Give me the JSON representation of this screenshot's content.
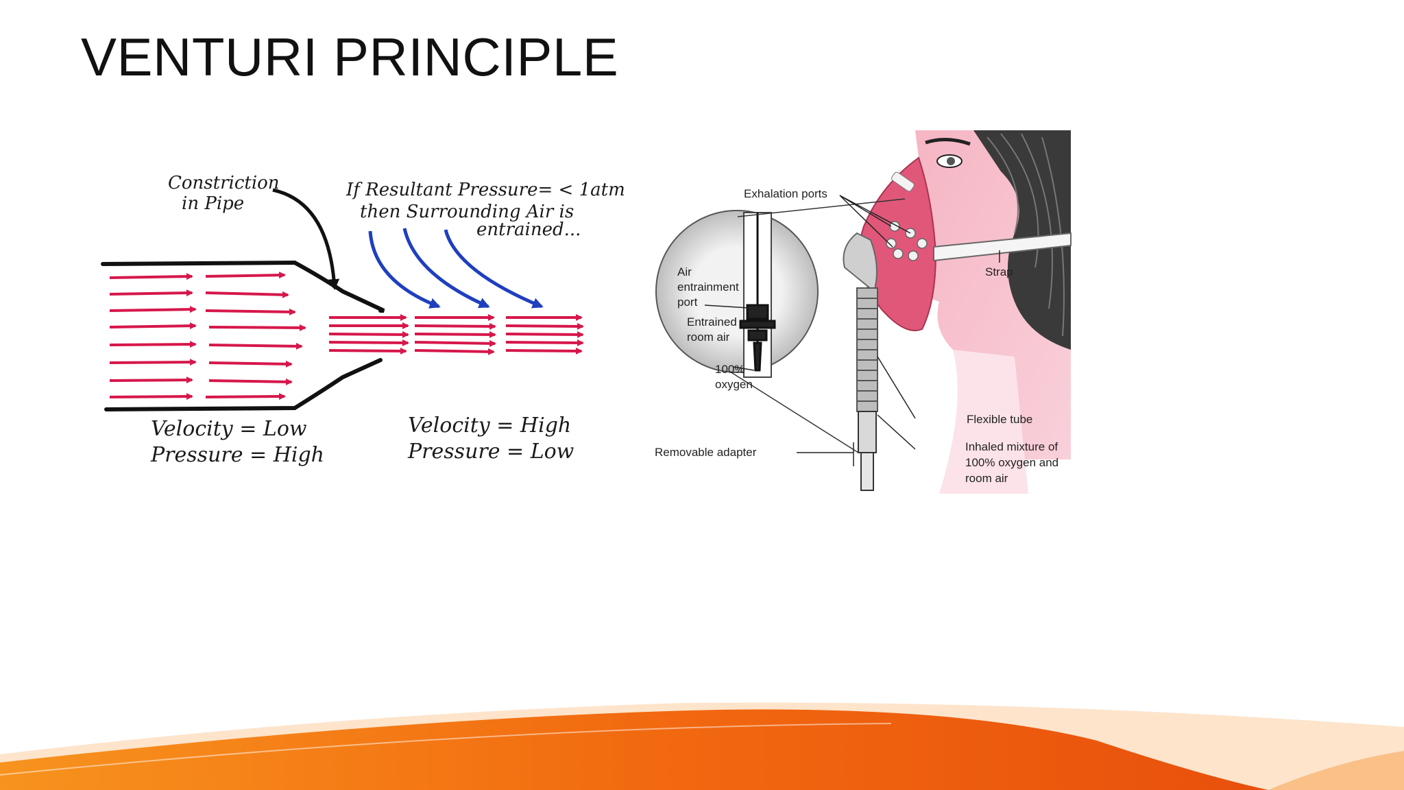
{
  "slide": {
    "title": "VENTURI PRINCIPLE"
  },
  "left_diagram": {
    "constriction_label_line1": "Constriction",
    "constriction_label_line2": "in Pipe",
    "entrain_line1": "If Resultant Pressure= < 1atm",
    "entrain_line2": "then Surrounding Air is",
    "entrain_line3": "entrained...",
    "left_velocity": "Velocity = Low",
    "left_pressure": "Pressure = High",
    "right_velocity": "Velocity = High",
    "right_pressure": "Pressure = Low",
    "colors": {
      "flow": "#d6174b",
      "entrained": "#1f3fbf",
      "pipe": "#111111"
    }
  },
  "right_diagram": {
    "exhalation_ports": "Exhalation ports",
    "strap": "Strap",
    "air_entrainment_line1": "Air",
    "air_entrainment_line2": "entrainment",
    "air_entrainment_line3": "port",
    "entrained_line1": "Entrained",
    "entrained_line2": "room air",
    "oxygen_line1": "100%",
    "oxygen_line2": "oxygen",
    "flexible_tube": "Flexible tube",
    "inhaled_line1": "Inhaled mixture of",
    "inhaled_line2": "100% oxygen and",
    "inhaled_line3": "room air",
    "removable_adapter": "Removable adapter",
    "colors": {
      "skin": "#f4a3b4",
      "mask": "#e0577a",
      "hair": "#3a3a3a"
    }
  },
  "footer": {
    "colors": {
      "orange_dark": "#e8500c",
      "orange_light": "#f7931e"
    }
  }
}
